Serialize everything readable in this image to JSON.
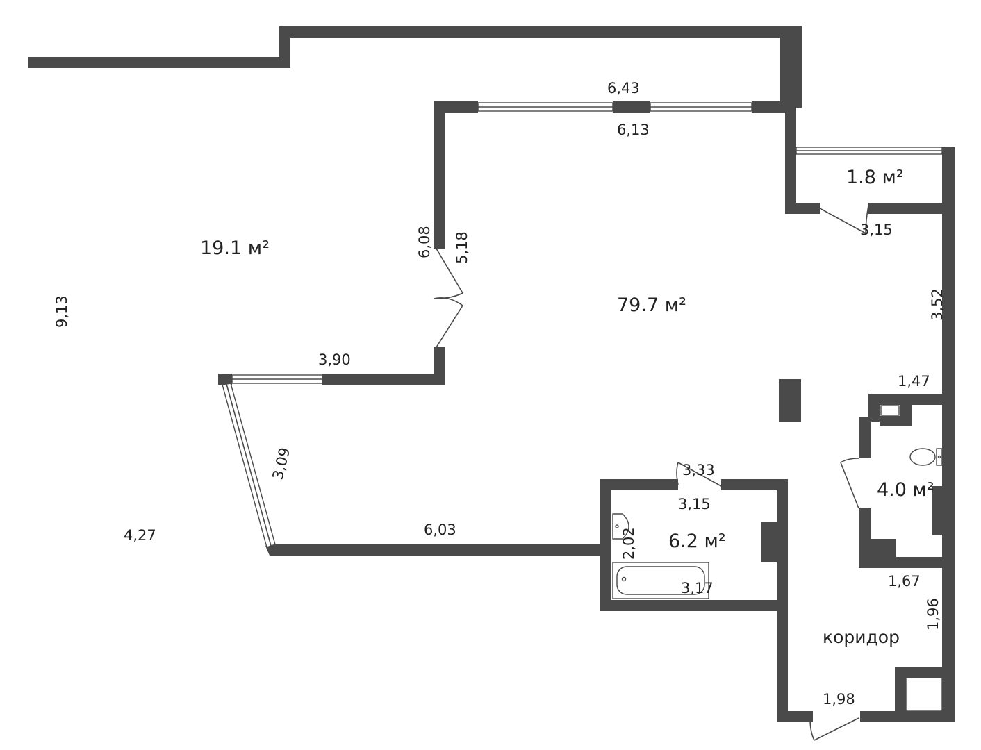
{
  "areas": {
    "balcony": "19.1 м²",
    "living": "79.7 м²",
    "loggia": "1.8 м²",
    "toilet": "4.0 м²",
    "bathroom": "6.2 м²"
  },
  "rooms": {
    "corridor": "коридор"
  },
  "dimensions": {
    "top_outer": "6,43",
    "top_inner": "6,13",
    "left_outer": "9,13",
    "left_wall": "6,08",
    "left_inner": "5,18",
    "balcony_window": "3,90",
    "slant_window": "3,09",
    "bottom_left": "4,27",
    "bottom_wall": "6,03",
    "loggia_width": "3,15",
    "right_upper": "3,52",
    "toilet_top": "1,47",
    "bath_top_outer": "3,33",
    "bath_top_inner": "3,15",
    "bath_left": "2,02",
    "bath_bottom": "3,17",
    "toilet_bottom": "1,67",
    "corridor_right": "1,96",
    "entrance": "1,98"
  }
}
